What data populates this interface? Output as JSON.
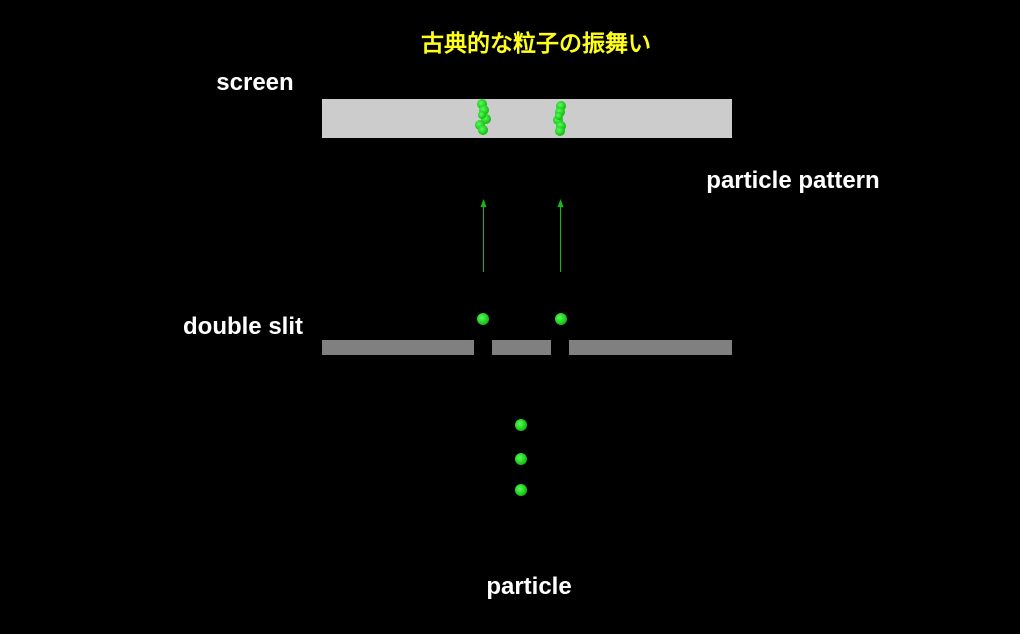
{
  "title": "古典的な粒子の振舞い",
  "labels": {
    "screen": "screen",
    "pattern": "particle pattern",
    "slit": "double slit",
    "particle": "particle"
  },
  "colors": {
    "background": "#000000",
    "title": "#ffff1a",
    "label": "#ffffff",
    "screen": "#cccccc",
    "slit_wall": "#808080",
    "particle": "#22dd22",
    "arrow": "#11bb11"
  },
  "slit_count": 2,
  "incoming_particle_count": 3,
  "particles_per_band": 6
}
